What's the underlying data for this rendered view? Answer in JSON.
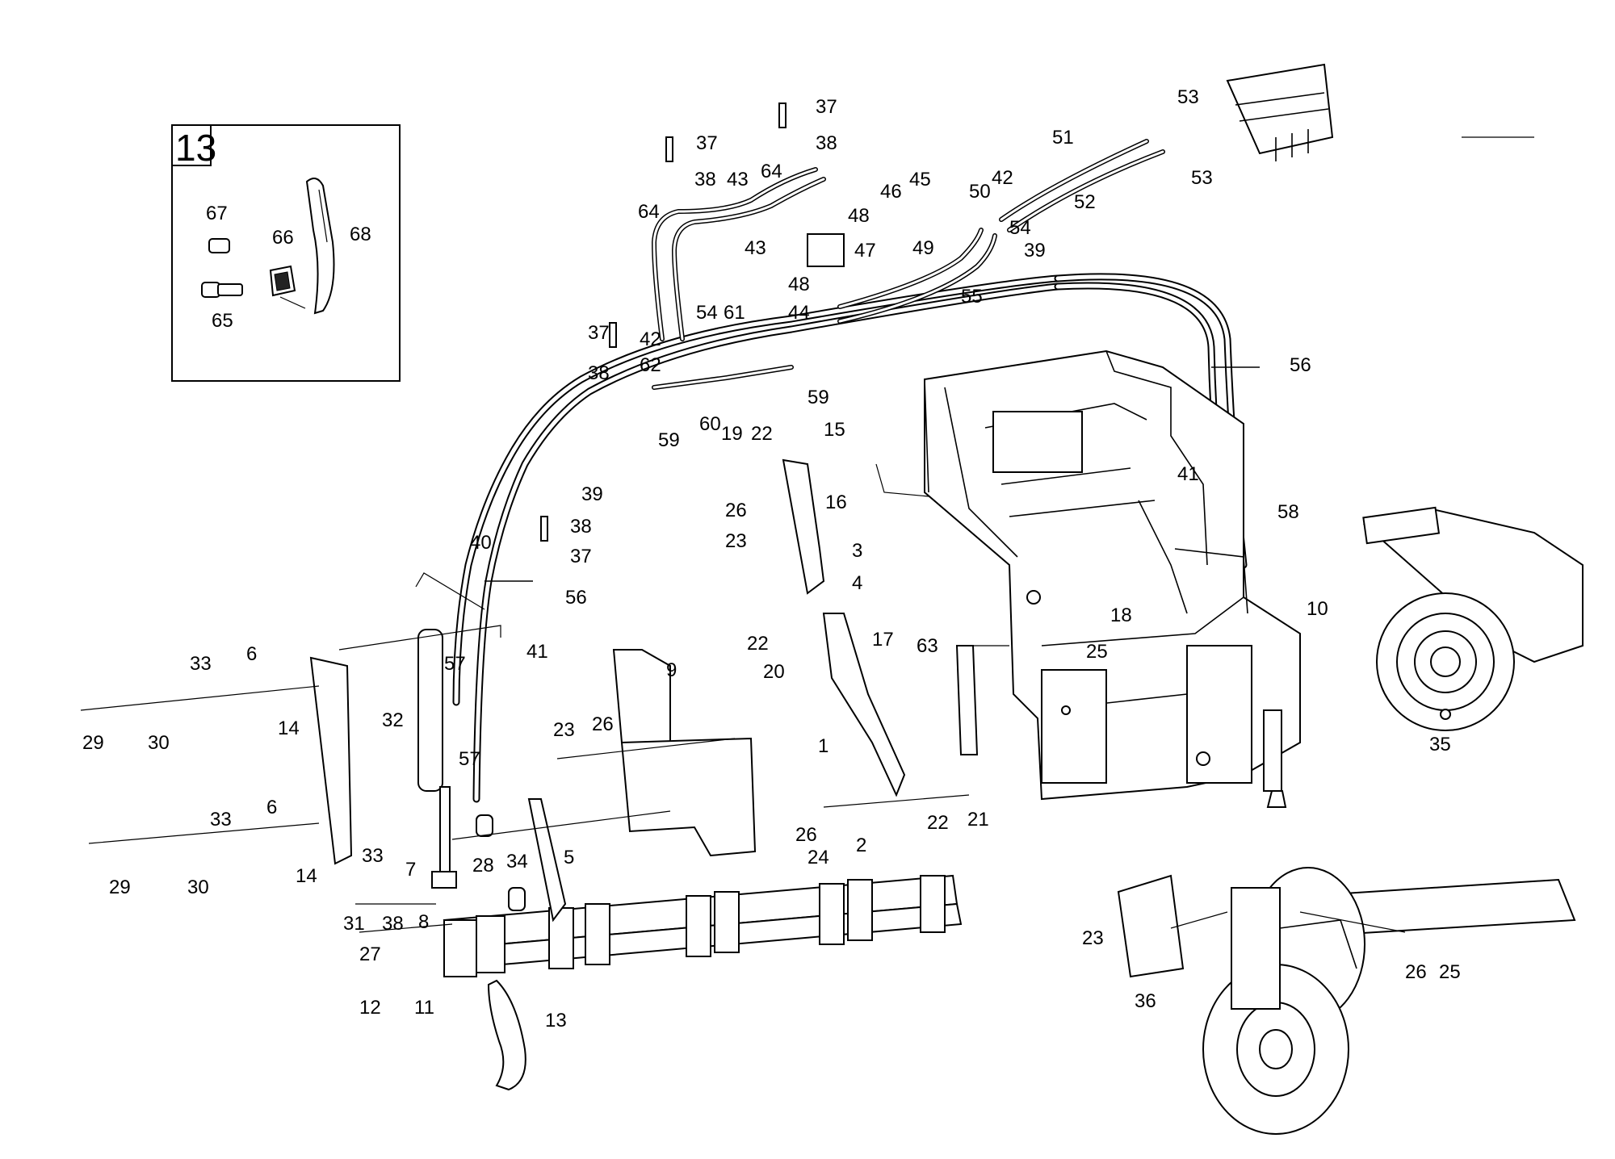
{
  "inset": {
    "title": "13"
  },
  "callouts": [
    {
      "text": "37"
    },
    {
      "text": "38"
    },
    {
      "text": "37"
    },
    {
      "text": "38"
    },
    {
      "text": "64"
    },
    {
      "text": "43"
    },
    {
      "text": "64"
    },
    {
      "text": "43"
    },
    {
      "text": "46"
    },
    {
      "text": "45"
    },
    {
      "text": "48"
    },
    {
      "text": "47"
    },
    {
      "text": "49"
    },
    {
      "text": "48"
    },
    {
      "text": "44"
    },
    {
      "text": "50"
    },
    {
      "text": "42"
    },
    {
      "text": "54"
    },
    {
      "text": "55"
    },
    {
      "text": "51"
    },
    {
      "text": "52"
    },
    {
      "text": "53"
    },
    {
      "text": "53"
    },
    {
      "text": "67"
    },
    {
      "text": "66"
    },
    {
      "text": "68"
    },
    {
      "text": "65"
    },
    {
      "text": "54"
    },
    {
      "text": "61"
    },
    {
      "text": "37"
    },
    {
      "text": "42"
    },
    {
      "text": "62"
    },
    {
      "text": "38"
    },
    {
      "text": "60"
    },
    {
      "text": "59"
    },
    {
      "text": "59"
    },
    {
      "text": "39"
    },
    {
      "text": "39"
    },
    {
      "text": "38"
    },
    {
      "text": "37"
    },
    {
      "text": "40"
    },
    {
      "text": "56"
    },
    {
      "text": "56"
    },
    {
      "text": "41"
    },
    {
      "text": "58"
    },
    {
      "text": "19"
    },
    {
      "text": "22"
    },
    {
      "text": "15"
    },
    {
      "text": "16"
    },
    {
      "text": "26"
    },
    {
      "text": "23"
    },
    {
      "text": "3"
    },
    {
      "text": "4"
    },
    {
      "text": "22"
    },
    {
      "text": "17"
    },
    {
      "text": "20"
    },
    {
      "text": "18"
    },
    {
      "text": "10"
    },
    {
      "text": "63"
    },
    {
      "text": "25"
    },
    {
      "text": "35"
    },
    {
      "text": "33"
    },
    {
      "text": "6"
    },
    {
      "text": "57"
    },
    {
      "text": "41"
    },
    {
      "text": "9"
    },
    {
      "text": "29"
    },
    {
      "text": "30"
    },
    {
      "text": "14"
    },
    {
      "text": "32"
    },
    {
      "text": "57"
    },
    {
      "text": "23"
    },
    {
      "text": "26"
    },
    {
      "text": "1"
    },
    {
      "text": "33"
    },
    {
      "text": "6"
    },
    {
      "text": "29"
    },
    {
      "text": "30"
    },
    {
      "text": "14"
    },
    {
      "text": "28"
    },
    {
      "text": "26"
    },
    {
      "text": "24"
    },
    {
      "text": "2"
    },
    {
      "text": "22"
    },
    {
      "text": "21"
    },
    {
      "text": "5"
    },
    {
      "text": "33"
    },
    {
      "text": "7"
    },
    {
      "text": "34"
    },
    {
      "text": "31"
    },
    {
      "text": "38"
    },
    {
      "text": "8"
    },
    {
      "text": "27"
    },
    {
      "text": "12"
    },
    {
      "text": "11"
    },
    {
      "text": "13"
    },
    {
      "text": "23"
    },
    {
      "text": "36"
    },
    {
      "text": "26"
    },
    {
      "text": "25"
    }
  ]
}
